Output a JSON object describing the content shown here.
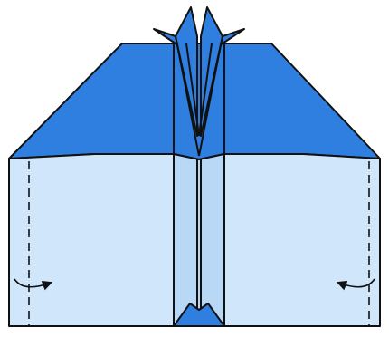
{
  "diagram": {
    "kind": "origami-fold-step",
    "colors": {
      "paper_front": "#2f7fe0",
      "paper_back": "#cfe6fb",
      "paper_back_shadow": "#b8d8f6",
      "outline": "#111111",
      "background": "#ffffff"
    },
    "fold_lines": [
      {
        "style": "valley-dashed",
        "side": "left"
      },
      {
        "style": "valley-dashed",
        "side": "right"
      }
    ],
    "arrows": [
      {
        "direction": "right",
        "side": "left",
        "meaning": "fold-edge-in"
      },
      {
        "direction": "left",
        "side": "right",
        "meaning": "fold-edge-in"
      }
    ]
  }
}
